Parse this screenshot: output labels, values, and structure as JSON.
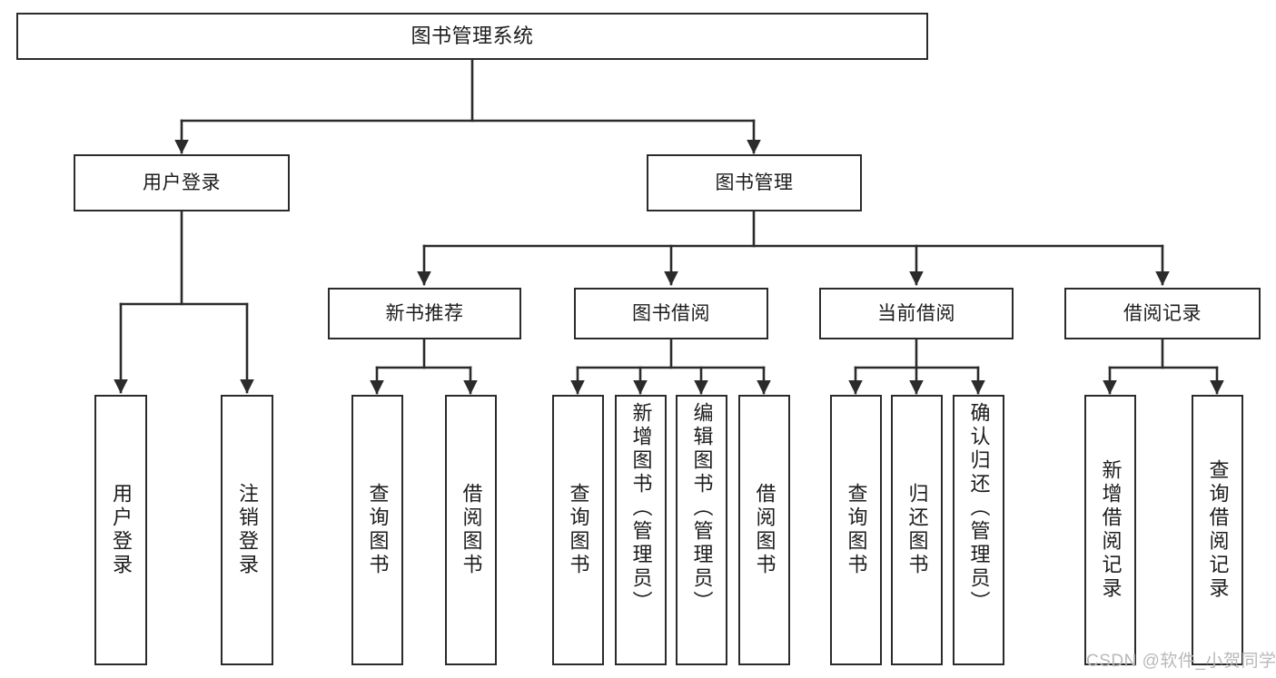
{
  "diagram": {
    "title": "图书管理系统",
    "type": "tree",
    "colors": {
      "stroke": "#2b2b2b",
      "fill": "#ffffff",
      "text": "#1c1c1c",
      "watermark": "#b9b9b9",
      "background": "#ffffff"
    },
    "nodes": {
      "root": {
        "label": "图书管理系统"
      },
      "level2": [
        {
          "id": "user-login",
          "label": "用户登录"
        },
        {
          "id": "book-manage",
          "label": "图书管理"
        }
      ],
      "level3": [
        {
          "id": "new-book-recommend",
          "label": "新书推荐"
        },
        {
          "id": "book-borrow",
          "label": "图书借阅"
        },
        {
          "id": "current-borrow",
          "label": "当前借阅"
        },
        {
          "id": "borrow-record",
          "label": "借阅记录"
        }
      ],
      "leaves": {
        "user-login": [
          {
            "id": "leaf-user-login",
            "label": "用户登录"
          },
          {
            "id": "leaf-logout",
            "label": "注销登录"
          }
        ],
        "new-book-recommend": [
          {
            "id": "leaf-query-book-1",
            "label": "查询图书"
          },
          {
            "id": "leaf-borrow-book-1",
            "label": "借阅图书"
          }
        ],
        "book-borrow": [
          {
            "id": "leaf-query-book-2",
            "label": "查询图书"
          },
          {
            "id": "leaf-add-book",
            "label": "新增图书（管理员）"
          },
          {
            "id": "leaf-edit-book",
            "label": "编辑图书（管理员）"
          },
          {
            "id": "leaf-borrow-book-2",
            "label": "借阅图书"
          }
        ],
        "current-borrow": [
          {
            "id": "leaf-query-book-3",
            "label": "查询图书"
          },
          {
            "id": "leaf-return-book",
            "label": "归还图书"
          },
          {
            "id": "leaf-confirm-return",
            "label": "确认归还（管理员）"
          }
        ],
        "borrow-record": [
          {
            "id": "leaf-add-record",
            "label": "新增借阅记录"
          },
          {
            "id": "leaf-query-record",
            "label": "查询借阅记录"
          }
        ]
      }
    },
    "watermark": "CSDN @软件_小贺同学"
  }
}
